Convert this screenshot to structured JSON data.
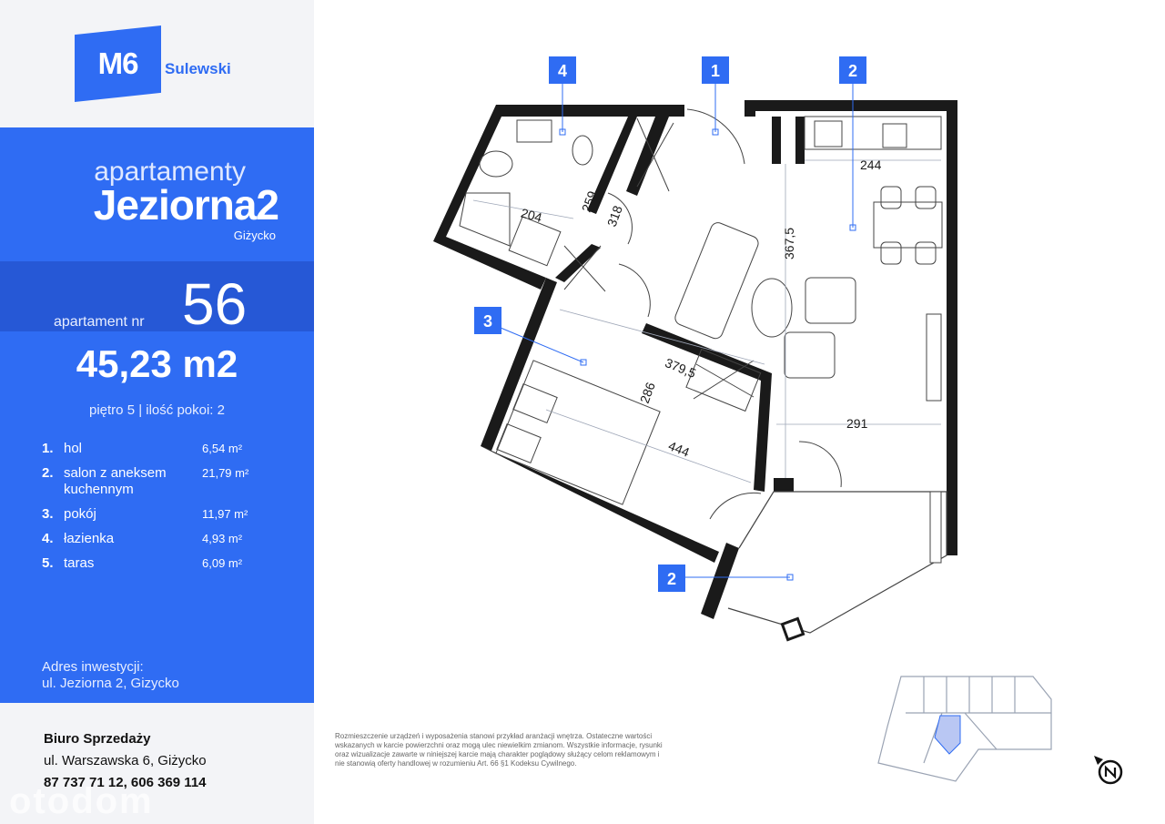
{
  "brand": {
    "logo": "M6",
    "name": "Sulewski"
  },
  "project": {
    "subtitle": "apartamenty",
    "title": "Jeziorna2",
    "city": "Giżycko"
  },
  "apartment": {
    "label": "apartament nr",
    "number": "56",
    "area": "45,23 m2",
    "floor_info": "piętro 5 | ilość pokoi: 2"
  },
  "rooms": [
    {
      "no": "1.",
      "name": "hol",
      "area": "6,54 m²"
    },
    {
      "no": "2.",
      "name": "salon z aneksem kuchennym",
      "area": "21,79 m²"
    },
    {
      "no": "3.",
      "name": "pokój",
      "area": "11,97 m²"
    },
    {
      "no": "4.",
      "name": "łazienka",
      "area": "4,93 m²"
    },
    {
      "no": "5.",
      "name": "taras",
      "area": "6,09 m²"
    }
  ],
  "address": {
    "label": "Adres inwestycji:",
    "value": "ul. Jeziorna 2, Gizycko"
  },
  "office": {
    "title": "Biuro Sprzedaży",
    "street": "ul. Warszawska 6, Giżycko",
    "phones": "87 737 71 12, 606 369 114"
  },
  "watermark": "otodom",
  "disclaimer": "Rozmieszczenie urządzeń i wyposażenia stanowi przykład aranżacji wnętrza. Ostateczne wartości wskazanych w karcie powierzchni oraz mogą ulec niewielkim zmianom. Wszystkie informacje, rysunki oraz wizualizacje zawarte w niniejszej karcie mają charakter poglądowy służący celom reklamowym i nie stanowią oferty handlowej w rozumieniu Art. 66 §1 Kodeksu Cywilnego.",
  "plan": {
    "tags": [
      "4",
      "1",
      "2",
      "3",
      "2"
    ],
    "dimensions": [
      "244",
      "204",
      "259",
      "318",
      "367,5",
      "379,5",
      "286",
      "291",
      "444"
    ]
  },
  "colors": {
    "accent": "#2f6cf3",
    "accent_dark": "#2658d6",
    "wall": "#1a1a1a"
  }
}
